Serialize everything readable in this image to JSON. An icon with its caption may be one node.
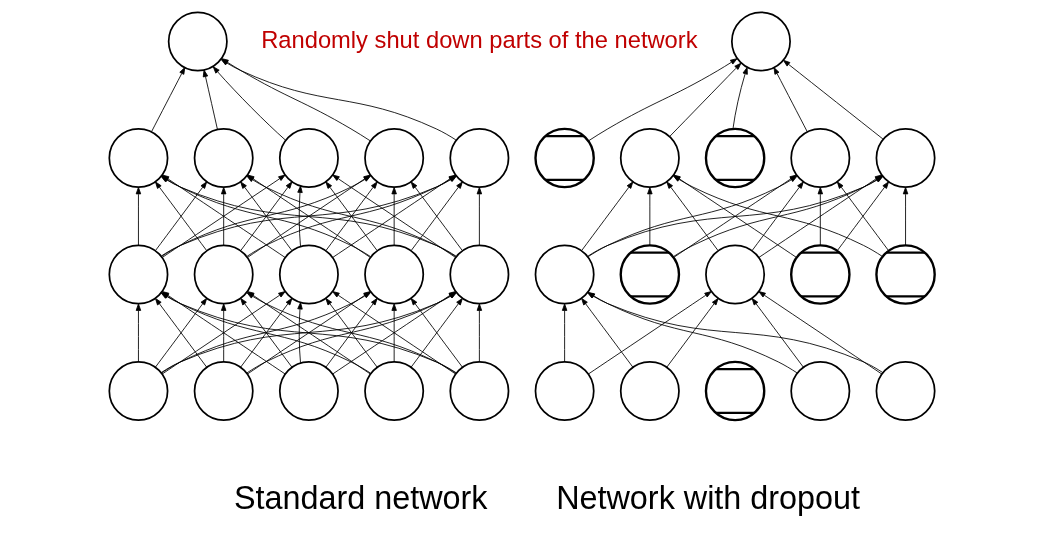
{
  "diagram": {
    "nodes": [
      {
        "text": [],
        "shape": "circle"
      },
      {
        "text": [],
        "shape": "circle"
      },
      {
        "text": [],
        "shape": "circle"
      },
      {
        "text": [],
        "shape": "circle"
      },
      {
        "text": [],
        "shape": "circle"
      },
      {
        "text": [],
        "shape": "circle"
      },
      {
        "text": [],
        "shape": "circle"
      },
      {
        "text": [],
        "shape": "circle"
      },
      {
        "text": [],
        "shape": "circle"
      },
      {
        "text": [],
        "shape": "circle"
      },
      {
        "text": [],
        "shape": "circle"
      },
      {
        "text": [],
        "shape": "circle"
      },
      {
        "text": [],
        "shape": "circle"
      },
      {
        "text": [],
        "shape": "circle"
      },
      {
        "text": [],
        "shape": "circle"
      },
      {
        "text": [],
        "shape": "circle"
      },
      {
        "text": [],
        "shape": "circle"
      },
      {
        "text": [],
        "shape": "crossed-circle"
      },
      {
        "text": [],
        "shape": "circle"
      },
      {
        "text": [],
        "shape": "crossed-circle"
      },
      {
        "text": [],
        "shape": "circle"
      },
      {
        "text": [],
        "shape": "circle"
      },
      {
        "text": [],
        "shape": "circle"
      },
      {
        "text": [],
        "shape": "crossed-circle"
      },
      {
        "text": [],
        "shape": "circle"
      },
      {
        "text": [],
        "shape": "crossed-circle"
      },
      {
        "text": [],
        "shape": "crossed-circle"
      },
      {
        "text": [],
        "shape": "circle"
      },
      {
        "text": [],
        "shape": "circle"
      },
      {
        "text": [],
        "shape": "crossed-circle"
      },
      {
        "text": [],
        "shape": "circle"
      },
      {
        "text": [],
        "shape": "circle"
      }
    ],
    "edges": [
      {
        "from": 11,
        "to": 6,
        "arrow": "to"
      },
      {
        "from": 11,
        "to": 7,
        "arrow": "to"
      },
      {
        "from": 11,
        "to": 8,
        "arrow": "to"
      },
      {
        "from": 11,
        "to": 9,
        "arrow": "to"
      },
      {
        "from": 11,
        "to": 10,
        "arrow": "to"
      },
      {
        "from": 12,
        "to": 6,
        "arrow": "to"
      },
      {
        "from": 12,
        "to": 7,
        "arrow": "to"
      },
      {
        "from": 12,
        "to": 8,
        "arrow": "to"
      },
      {
        "from": 12,
        "to": 9,
        "arrow": "to"
      },
      {
        "from": 12,
        "to": 10,
        "arrow": "to"
      },
      {
        "from": 13,
        "to": 6,
        "arrow": "to"
      },
      {
        "from": 13,
        "to": 7,
        "arrow": "to"
      },
      {
        "from": 13,
        "to": 8,
        "arrow": "to"
      },
      {
        "from": 13,
        "to": 9,
        "arrow": "to"
      },
      {
        "from": 13,
        "to": 10,
        "arrow": "to"
      },
      {
        "from": 14,
        "to": 6,
        "arrow": "to"
      },
      {
        "from": 14,
        "to": 7,
        "arrow": "to"
      },
      {
        "from": 14,
        "to": 8,
        "arrow": "to"
      },
      {
        "from": 14,
        "to": 9,
        "arrow": "to"
      },
      {
        "from": 14,
        "to": 10,
        "arrow": "to"
      },
      {
        "from": 15,
        "to": 6,
        "arrow": "to"
      },
      {
        "from": 15,
        "to": 7,
        "arrow": "to"
      },
      {
        "from": 15,
        "to": 8,
        "arrow": "to"
      },
      {
        "from": 15,
        "to": 9,
        "arrow": "to"
      },
      {
        "from": 15,
        "to": 10,
        "arrow": "to"
      },
      {
        "from": 6,
        "to": 1,
        "arrow": "to"
      },
      {
        "from": 6,
        "to": 2,
        "arrow": "to"
      },
      {
        "from": 6,
        "to": 3,
        "arrow": "to"
      },
      {
        "from": 6,
        "to": 4,
        "arrow": "to"
      },
      {
        "from": 6,
        "to": 5,
        "arrow": "to"
      },
      {
        "from": 7,
        "to": 1,
        "arrow": "to"
      },
      {
        "from": 7,
        "to": 2,
        "arrow": "to"
      },
      {
        "from": 7,
        "to": 3,
        "arrow": "to"
      },
      {
        "from": 7,
        "to": 4,
        "arrow": "to"
      },
      {
        "from": 7,
        "to": 5,
        "arrow": "to"
      },
      {
        "from": 8,
        "to": 1,
        "arrow": "to"
      },
      {
        "from": 8,
        "to": 2,
        "arrow": "to"
      },
      {
        "from": 8,
        "to": 3,
        "arrow": "to"
      },
      {
        "from": 8,
        "to": 4,
        "arrow": "to"
      },
      {
        "from": 8,
        "to": 5,
        "arrow": "to"
      },
      {
        "from": 9,
        "to": 1,
        "arrow": "to"
      },
      {
        "from": 9,
        "to": 2,
        "arrow": "to"
      },
      {
        "from": 9,
        "to": 3,
        "arrow": "to"
      },
      {
        "from": 9,
        "to": 4,
        "arrow": "to"
      },
      {
        "from": 9,
        "to": 5,
        "arrow": "to"
      },
      {
        "from": 10,
        "to": 1,
        "arrow": "to"
      },
      {
        "from": 10,
        "to": 2,
        "arrow": "to"
      },
      {
        "from": 10,
        "to": 3,
        "arrow": "to"
      },
      {
        "from": 10,
        "to": 4,
        "arrow": "to"
      },
      {
        "from": 10,
        "to": 5,
        "arrow": "to"
      },
      {
        "from": 1,
        "to": 0,
        "arrow": "to"
      },
      {
        "from": 2,
        "to": 0,
        "arrow": "to"
      },
      {
        "from": 3,
        "to": 0,
        "arrow": "to"
      },
      {
        "from": 4,
        "to": 0,
        "arrow": "to"
      },
      {
        "from": 5,
        "to": 0,
        "arrow": "to"
      },
      {
        "from": 27,
        "to": 22,
        "arrow": "to"
      },
      {
        "from": 27,
        "to": 24,
        "arrow": "to"
      },
      {
        "from": 28,
        "to": 22,
        "arrow": "to"
      },
      {
        "from": 28,
        "to": 24,
        "arrow": "to"
      },
      {
        "from": 30,
        "to": 22,
        "arrow": "to"
      },
      {
        "from": 30,
        "to": 24,
        "arrow": "to"
      },
      {
        "from": 31,
        "to": 22,
        "arrow": "to"
      },
      {
        "from": 31,
        "to": 24,
        "arrow": "to"
      },
      {
        "from": 22,
        "to": 18,
        "arrow": "to"
      },
      {
        "from": 22,
        "to": 20,
        "arrow": "to"
      },
      {
        "from": 22,
        "to": 21,
        "arrow": "to"
      },
      {
        "from": 23,
        "to": 18,
        "arrow": "to"
      },
      {
        "from": 23,
        "to": 20,
        "arrow": "to"
      },
      {
        "from": 23,
        "to": 21,
        "arrow": "to"
      },
      {
        "from": 24,
        "to": 18,
        "arrow": "to"
      },
      {
        "from": 24,
        "to": 20,
        "arrow": "to"
      },
      {
        "from": 24,
        "to": 21,
        "arrow": "to"
      },
      {
        "from": 25,
        "to": 18,
        "arrow": "to"
      },
      {
        "from": 25,
        "to": 20,
        "arrow": "to"
      },
      {
        "from": 25,
        "to": 21,
        "arrow": "to"
      },
      {
        "from": 26,
        "to": 18,
        "arrow": "to"
      },
      {
        "from": 26,
        "to": 20,
        "arrow": "to"
      },
      {
        "from": 26,
        "to": 21,
        "arrow": "to"
      },
      {
        "from": 17,
        "to": 16,
        "arrow": "to"
      },
      {
        "from": 18,
        "to": 16,
        "arrow": "to"
      },
      {
        "from": 19,
        "to": 16,
        "arrow": "to"
      },
      {
        "from": 20,
        "to": 16,
        "arrow": "to"
      },
      {
        "from": 21,
        "to": 16,
        "arrow": "to"
      }
    ],
    "labels": [
      "Randomly shut down parts of the network",
      "Standard network",
      "Network with dropout"
    ]
  }
}
